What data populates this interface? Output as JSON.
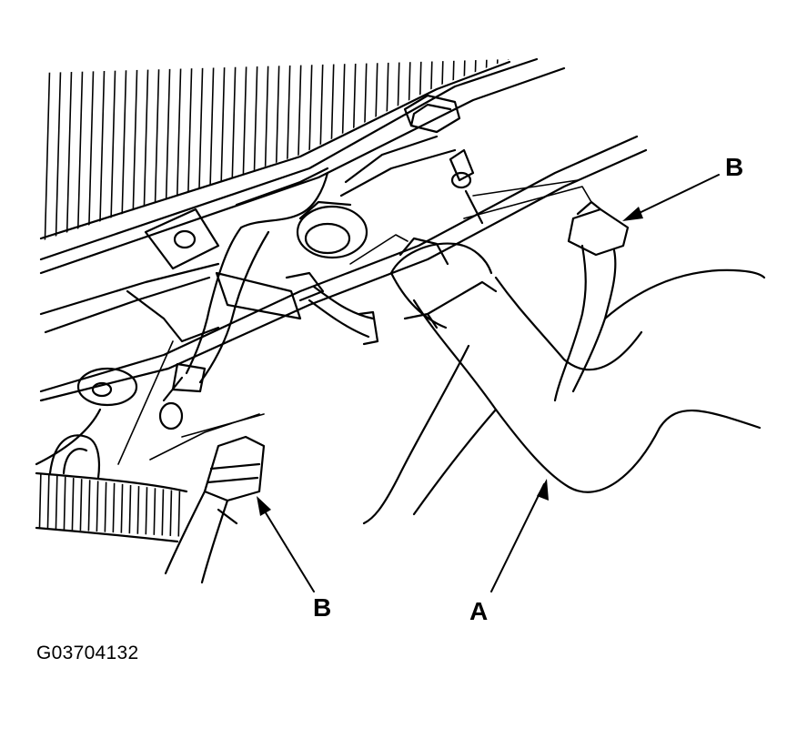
{
  "callouts": {
    "b_top": "B",
    "b_bottom": "B",
    "a": "A"
  },
  "figure_id": "G03704132",
  "colors": {
    "ink": "#000000",
    "paper": "#ffffff"
  }
}
